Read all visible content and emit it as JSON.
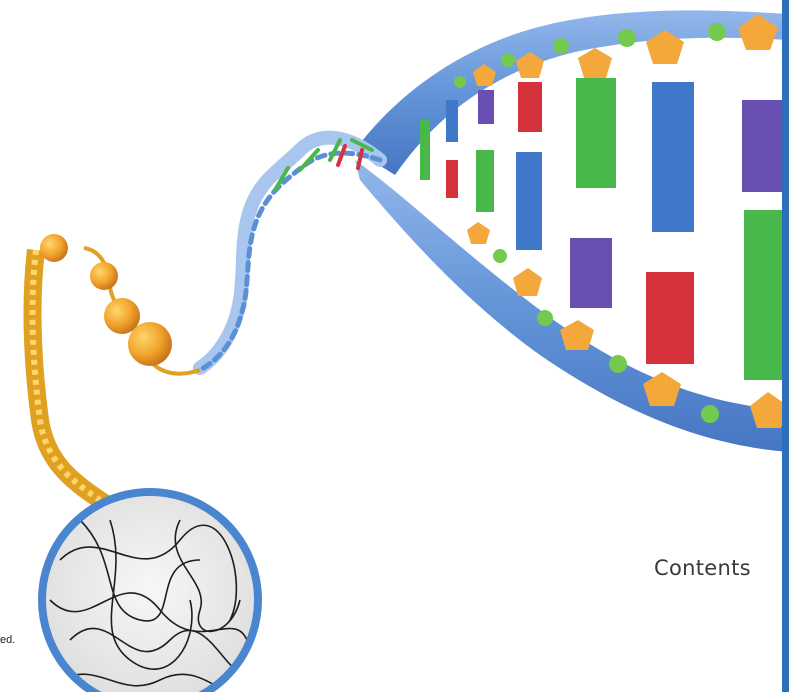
{
  "page": {
    "heading": "Contents",
    "cropped_text": "ed."
  },
  "illustration": {
    "subject": "dna-double-helix-with-chromosome-and-nucleus",
    "colors": {
      "backbone": "#5b8fd6",
      "backbone_light": "#a9c6ee",
      "sugar": "#f4a73a",
      "phosphate": "#74c94f",
      "base_red": "#d6323c",
      "base_green": "#49b84a",
      "base_blue": "#3f78c9",
      "base_purple": "#6a4fb3",
      "chromatin": "#e0a020",
      "nucleus_ring": "#4a86cf",
      "accent_rule": "#2f6fba"
    }
  }
}
